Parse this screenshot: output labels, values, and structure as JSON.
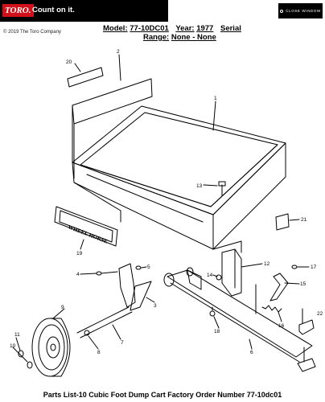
{
  "brand": {
    "logo": "TORO.",
    "tagline": "Count on it."
  },
  "close_button": {
    "label": "CLOSE WINDOW",
    "icon": "circle-icon"
  },
  "copyright": "© 2019 The Toro Company",
  "header": {
    "model_label": "Model:",
    "model_value": "77-10DC01",
    "year_label": "Year:",
    "year_value": "1977",
    "serial_label": "Serial",
    "range_label": "Range:",
    "range_value": "None - None"
  },
  "diagram": {
    "decal_text": "WHEEL HORSE",
    "callouts": [
      "20",
      "2",
      "1",
      "13",
      "21",
      "19",
      "4",
      "5",
      "12",
      "17",
      "14",
      "15",
      "3",
      "18",
      "16",
      "22",
      "9",
      "8",
      "7",
      "6",
      "11",
      "10"
    ]
  },
  "footer": "Parts List-10 Cubic Foot Dump Cart Factory Order Number 77-10dc01"
}
